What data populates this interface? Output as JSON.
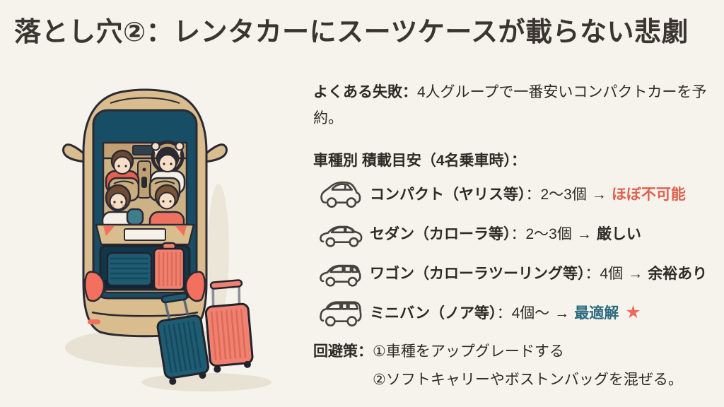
{
  "title": "落とし穴②：レンタカーにスーツケースが載らない悲劇",
  "intro": {
    "label": "よくある失敗：",
    "text": "4人グループで一番安いコンパクトカーを予約。"
  },
  "list_header": "車種別 積載目安（4名乗車時）：",
  "vehicles": [
    {
      "icon": "compact-car-icon",
      "name": "コンパクト（ヤリス等）",
      "colon": "：",
      "capacity": "2〜3個",
      "arrow": "→",
      "verdict": "ほぼ不可能"
    },
    {
      "icon": "sedan-car-icon",
      "name": "セダン（カローラ等）",
      "colon": "：",
      "capacity": "2〜3個",
      "arrow": "→",
      "verdict": "厳しい"
    },
    {
      "icon": "wagon-car-icon",
      "name": "ワゴン（カローラツーリング等）",
      "colon": "：",
      "capacity": "4個",
      "arrow": "→",
      "verdict": "余裕あり"
    },
    {
      "icon": "minivan-car-icon",
      "name": "ミニバン（ノア等）",
      "colon": "：",
      "capacity": "4個〜",
      "arrow": "→",
      "verdict": "最適解",
      "star": "★"
    }
  ],
  "countermeasure": {
    "label": "回避策：",
    "lines": [
      "①車種をアップグレードする",
      "②ソフトキャリーやボストンバッグを混ぜる。"
    ]
  },
  "colors": {
    "background": "#f6f3ec",
    "title_text": "#3a3531",
    "body_text": "#2e2a26",
    "verdict_impossible": "#df6150",
    "verdict_best": "#2d6b80",
    "star": "#f2685c",
    "car_body": "#d9bd8e",
    "car_glass": "#174e66",
    "suitcase_teal": "#1e5c74",
    "suitcase_coral": "#f08170"
  }
}
